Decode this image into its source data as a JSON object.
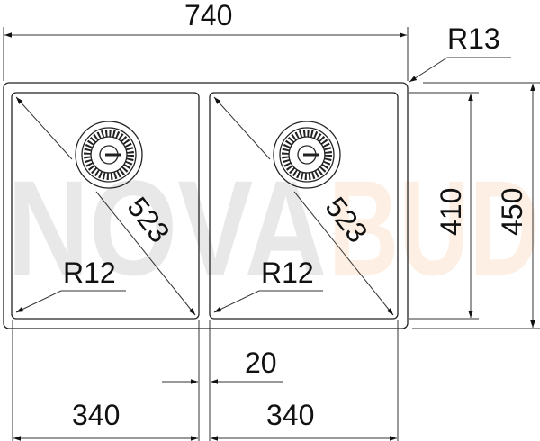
{
  "watermark": {
    "part1": "NOVA",
    "part2": "BUD",
    "color1": "#e6e6e6",
    "color2": "#fdeee0"
  },
  "dimensions": {
    "overall_width": "740",
    "outer_radius": "R13",
    "basin_height": "410",
    "overall_height": "450",
    "left_diagonal": "523",
    "right_diagonal": "523",
    "left_corner_radius": "R12",
    "right_corner_radius": "R12",
    "gap": "20",
    "left_basin_width": "340",
    "right_basin_width": "340"
  }
}
